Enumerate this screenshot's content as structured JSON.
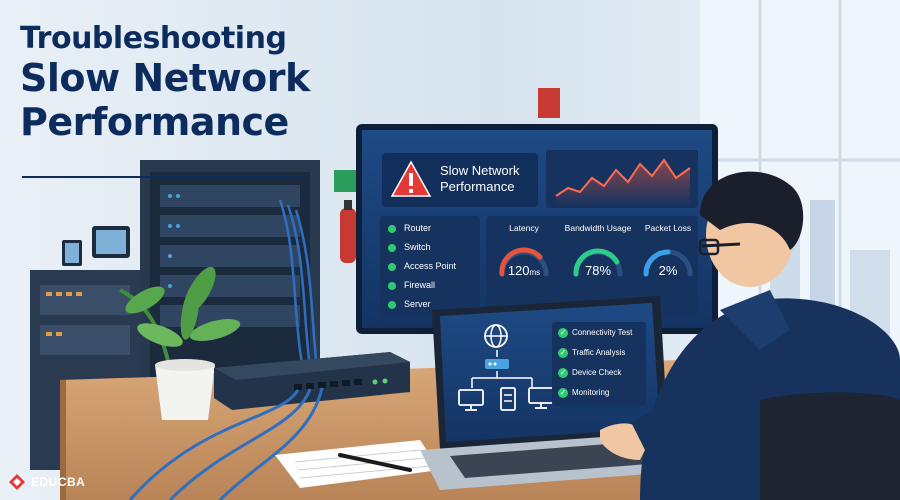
{
  "headline": {
    "line1": "Troubleshooting",
    "line2": "Slow Network",
    "line3": "Performance"
  },
  "monitor": {
    "alert_title_line1": "Slow Network",
    "alert_title_line2": "Performance",
    "devices": [
      "Router",
      "Switch",
      "Access Point",
      "Firewall",
      "Server"
    ],
    "metrics": {
      "latency": {
        "label": "Latency",
        "value": "120",
        "unit": "ms"
      },
      "bandwidth": {
        "label": "Bandwidth Usage",
        "value": "78%",
        "level": 0.78
      },
      "packet_loss": {
        "label": "Packet Loss",
        "value": "2%",
        "level": 0.02
      }
    }
  },
  "laptop": {
    "checks": [
      "Connectivity Test",
      "Traffic Analysis",
      "Device Check",
      "Monitoring"
    ]
  },
  "brand": {
    "name": "EDUCBA"
  },
  "colors": {
    "title": "#0d2c5e",
    "screen_bg": "#173b6e",
    "status_green": "#2ecc71",
    "alert_red": "#e53935",
    "gauge_red": "#e2553f",
    "gauge_green": "#2ecc8a",
    "gauge_blue": "#3aa0e8"
  },
  "icons": [
    "warning-icon",
    "globe-icon",
    "router-icon",
    "computer-icon",
    "server-icon",
    "check-icon",
    "logo-icon"
  ]
}
